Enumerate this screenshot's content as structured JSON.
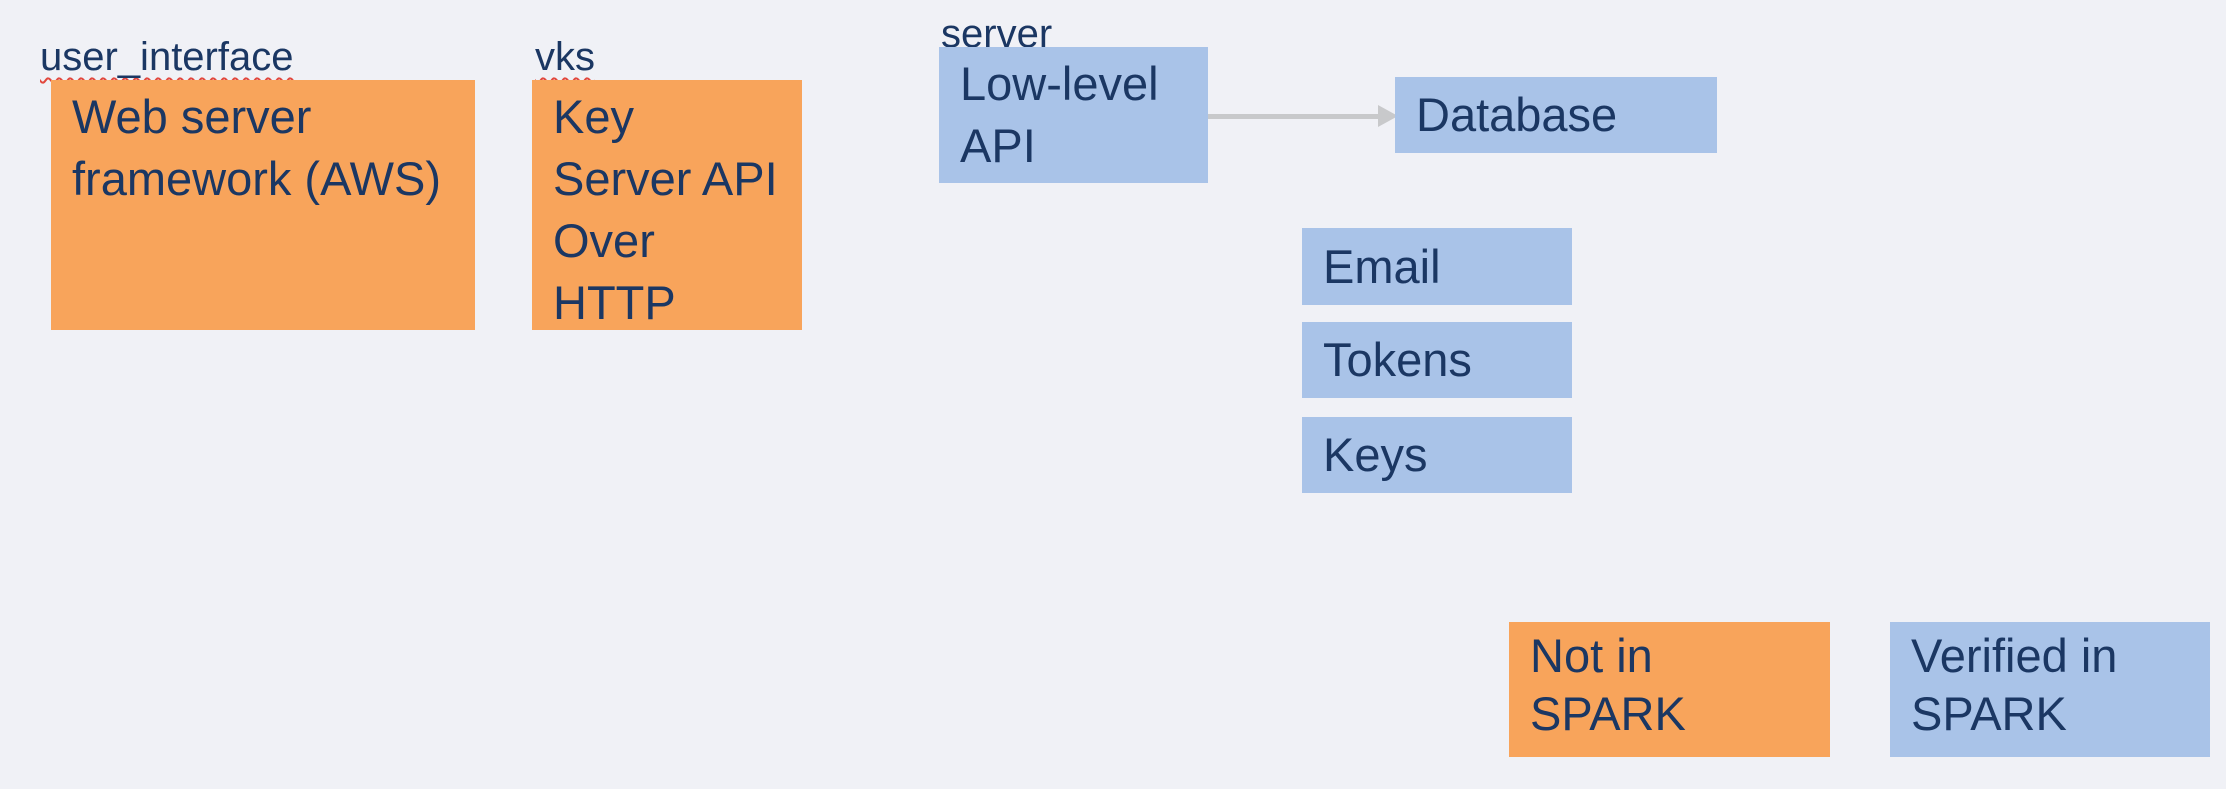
{
  "diagram": {
    "background_color": "#F0F1F6",
    "text_color": "#1B3763",
    "arrow_color": "#C8C9CB",
    "spellcheck_underline_color": "#E2483D",
    "groups": [
      {
        "label": "user_interface",
        "misspelled": true,
        "node_text": "Web server\nframework (AWS)",
        "type": "not_in_spark",
        "color": "#F8A45B"
      },
      {
        "label": "vks",
        "misspelled": true,
        "node_text": "Key\nServer API\nOver\nHTTP",
        "type": "not_in_spark",
        "color": "#F8A45B"
      },
      {
        "label": "server",
        "misspelled": false,
        "node_text": "Low-level\nAPI",
        "type": "verified_in_spark",
        "color": "#A9C3E8"
      }
    ],
    "nodes": [
      {
        "text": "Database",
        "type": "verified_in_spark",
        "color": "#A9C3E8"
      },
      {
        "text": "Email",
        "type": "verified_in_spark",
        "color": "#A9C3E8"
      },
      {
        "text": "Tokens",
        "type": "verified_in_spark",
        "color": "#A9C3E8"
      },
      {
        "text": "Keys",
        "type": "verified_in_spark",
        "color": "#A9C3E8"
      }
    ],
    "edges": [
      {
        "from": "Low-level API",
        "to": "Database"
      }
    ],
    "legend": [
      {
        "text": "Not in\nSPARK",
        "color": "#F8A45B"
      },
      {
        "text": "Verified in\nSPARK",
        "color": "#A9C3E8"
      }
    ]
  }
}
